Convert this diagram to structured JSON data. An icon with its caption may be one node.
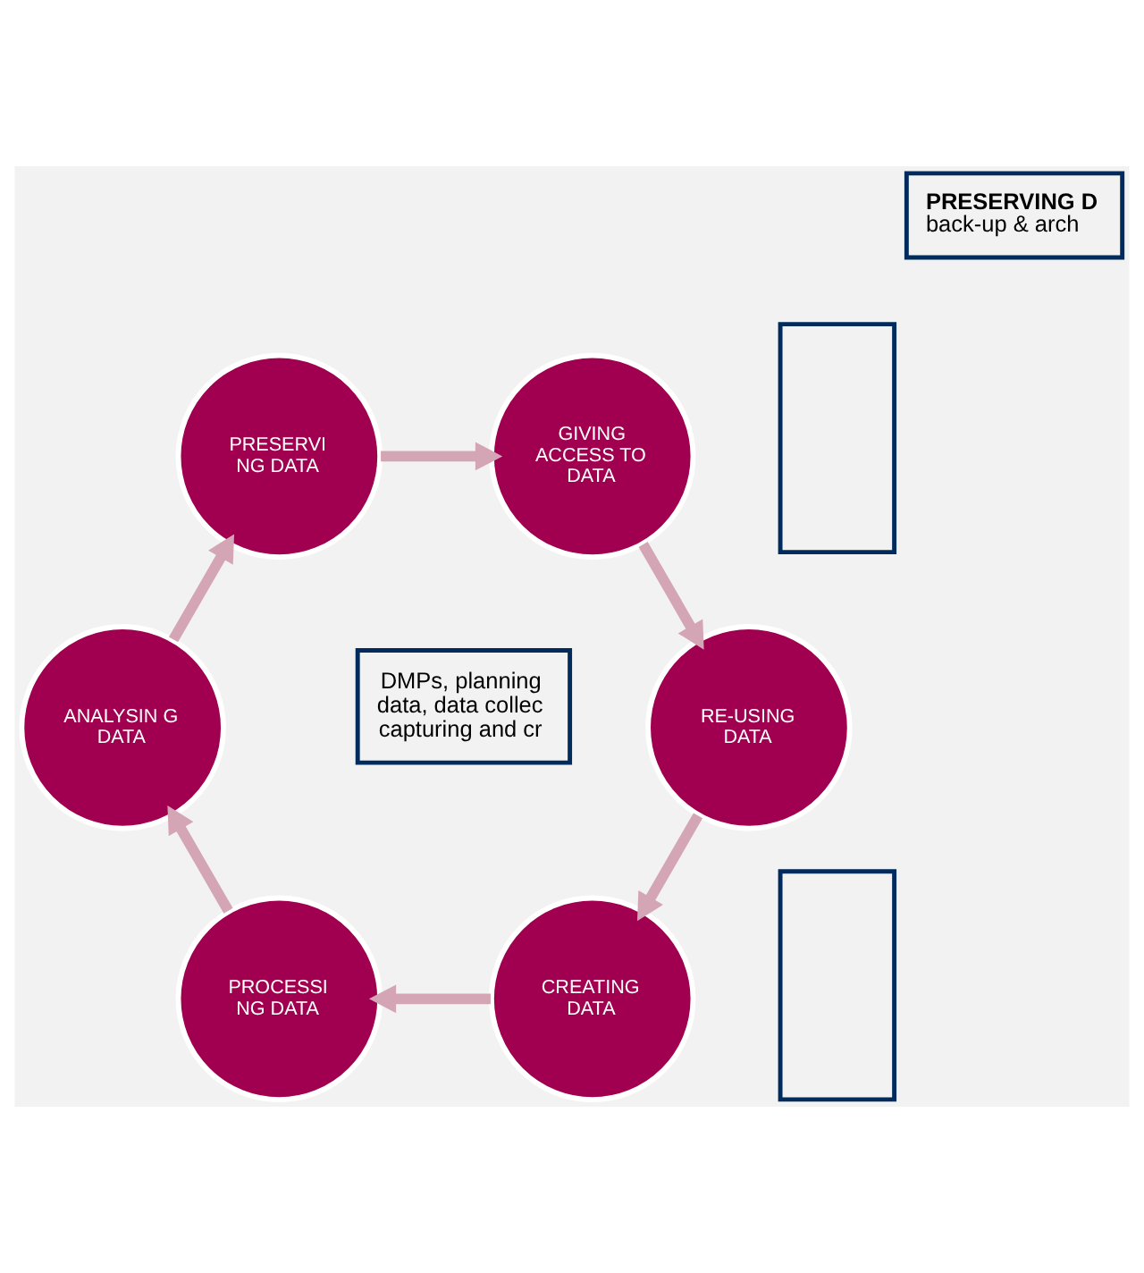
{
  "diagram": {
    "nodes": [
      {
        "text": [
          "CREATING DATA"
        ]
      },
      {
        "text": [
          "PROCESSI NG DATA"
        ]
      },
      {
        "text": [
          "ANALYSIN G DATA"
        ]
      },
      {
        "text": [
          "PRESERVI NG DATA"
        ]
      },
      {
        "text": [
          "GIVING ACCESS TO DATA"
        ]
      },
      {
        "text": [
          "RE-USING DATA"
        ]
      },
      {
        "text": [],
        "shape": "box"
      },
      {
        "text": [
          "DMPs, planning data, data collec capturing and cr"
        ]
      },
      {
        "text": [],
        "shape": "box"
      },
      {
        "text": [
          "PRESERVING D",
          "back-up & arch"
        ]
      }
    ],
    "edges": [
      {
        "from": 0,
        "to": 1,
        "arrow": "to"
      },
      {
        "from": 1,
        "to": 2,
        "arrow": "to"
      },
      {
        "from": 2,
        "to": 3,
        "arrow": "to"
      },
      {
        "from": 3,
        "to": 4,
        "arrow": "to"
      },
      {
        "from": 4,
        "to": 5,
        "arrow": "to"
      },
      {
        "from": 5,
        "to": 0,
        "arrow": "to"
      }
    ]
  }
}
